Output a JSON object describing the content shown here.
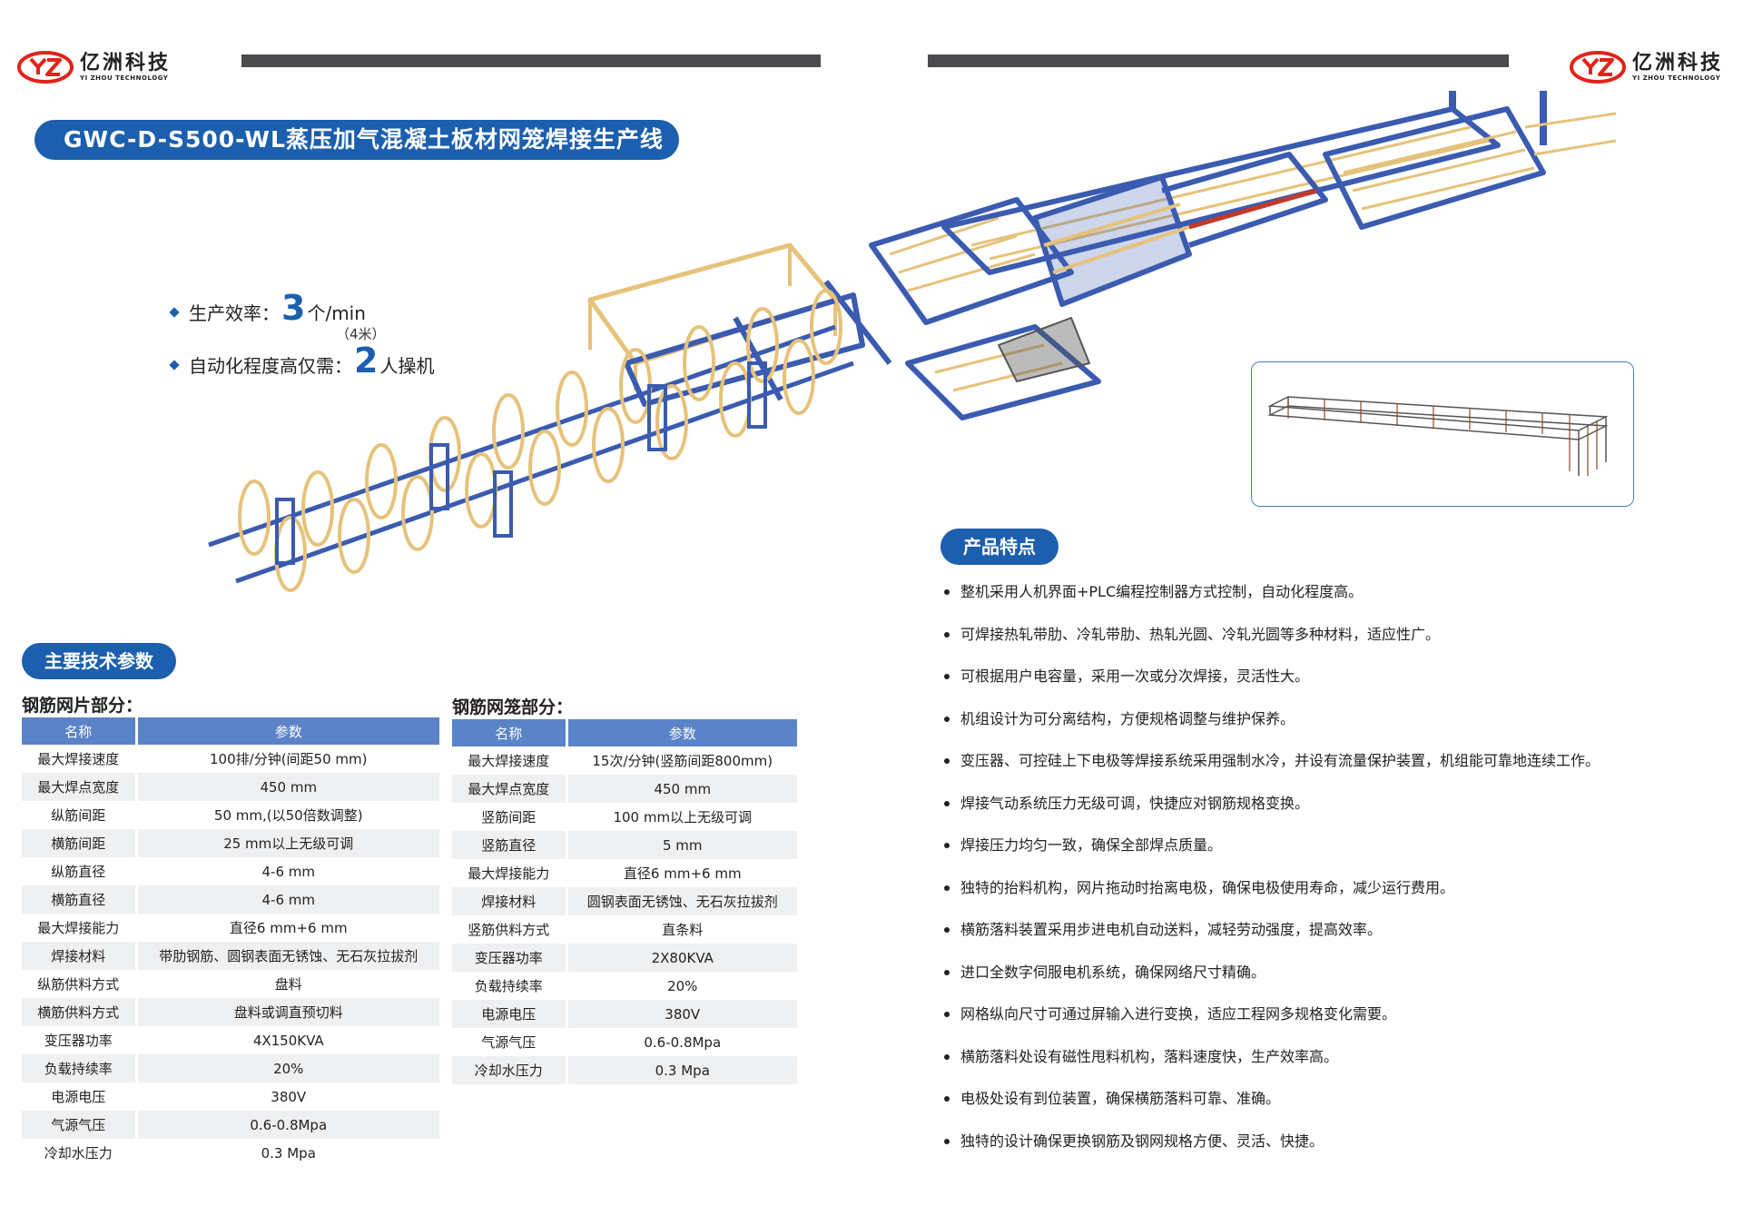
{
  "brand": {
    "name_cn": "亿洲科技",
    "name_en": "YI ZHOU TECHNOLOGY",
    "color": "#e2231a"
  },
  "title": "GWC-D-S500-WL蒸压加气混凝土板材网笼焊接生产线",
  "specs": {
    "efficiency_label": "生产效率：",
    "efficiency_value": "3",
    "efficiency_unit": "个/min",
    "efficiency_note": "（4米）",
    "automation_label": "自动化程度高仅需：",
    "automation_value": "2",
    "automation_unit": "人操机"
  },
  "tech_params": {
    "heading": "主要技术参数",
    "mesh": {
      "title": "钢筋网片部分：",
      "headers": [
        "名称",
        "参数"
      ],
      "rows": [
        [
          "最大焊接速度",
          "100排/分钟(间距50 mm)"
        ],
        [
          "最大焊点宽度",
          "450 mm"
        ],
        [
          "纵筋间距",
          "50 mm,(以50倍数调整)"
        ],
        [
          "横筋间距",
          "25 mm以上无级可调"
        ],
        [
          "纵筋直径",
          "4-6 mm"
        ],
        [
          "横筋直径",
          "4-6 mm"
        ],
        [
          "最大焊接能力",
          "直径6 mm+6 mm"
        ],
        [
          "焊接材料",
          "带肋钢筋、圆钢表面无锈蚀、无石灰拉拔剂"
        ],
        [
          "纵筋供料方式",
          "盘料"
        ],
        [
          "横筋供料方式",
          "盘料或调直预切料"
        ],
        [
          "变压器功率",
          "4X150KVA"
        ],
        [
          "负载持续率",
          "20%"
        ],
        [
          "电源电压",
          "380V"
        ],
        [
          "气源气压",
          "0.6-0.8Mpa"
        ],
        [
          "冷却水压力",
          "0.3 Mpa"
        ]
      ]
    },
    "cage": {
      "title": "钢筋网笼部分：",
      "headers": [
        "名称",
        "参数"
      ],
      "rows": [
        [
          "最大焊接速度",
          "15次/分钟(竖筋间距800mm)"
        ],
        [
          "最大焊点宽度",
          "450 mm"
        ],
        [
          "竖筋间距",
          "100 mm以上无级可调"
        ],
        [
          "竖筋直径",
          "5 mm"
        ],
        [
          "最大焊接能力",
          "直径6 mm+6 mm"
        ],
        [
          "焊接材料",
          "圆钢表面无锈蚀、无石灰拉拔剂"
        ],
        [
          "竖筋供料方式",
          "直条料"
        ],
        [
          "变压器功率",
          "2X80KVA"
        ],
        [
          "负载持续率",
          "20%"
        ],
        [
          "电源电压",
          "380V"
        ],
        [
          "气源气压",
          "0.6-0.8Mpa"
        ],
        [
          "冷却水压力",
          "0.3 Mpa"
        ]
      ]
    }
  },
  "features": {
    "heading": "产品特点",
    "items": [
      "整机采用人机界面+PLC编程控制器方式控制，自动化程度高。",
      "可焊接热轧带肋、冷轧带肋、热轧光圆、冷轧光圆等多种材料，适应性广。",
      "可根据用户电容量，采用一次或分次焊接，灵活性大。",
      "机组设计为可分离结构，方便规格调整与维护保养。",
      "变压器、可控硅上下电极等焊接系统采用强制水冷，并设有流量保护装置，机组能可靠地连续工作。",
      "焊接气动系统压力无级可调，快捷应对钢筋规格变换。",
      "焊接压力均匀一致，确保全部焊点质量。",
      "独特的抬料机构，网片拖动时抬离电极，确保电极使用寿命，减少运行费用。",
      "横筋落料装置采用步进电机自动送料，减轻劳动强度，提高效率。",
      "进口全数字伺服电机系统，确保网络尺寸精确。",
      "网格纵向尺寸可通过屏输入进行变换，适应工程网多规格变化需要。",
      "横筋落料处设有磁性甩料机构，落料速度快，生产效率高。",
      "电极处设有到位装置，确保横筋落料可靠、准确。",
      "独特的设计确保更换钢筋及钢网规格方便、灵活、快捷。"
    ]
  },
  "colors": {
    "accent": "#1b5fae",
    "table_header": "#5b83c8",
    "machine_frame": "#3a5bb0",
    "machine_rail": "#e6c27a"
  }
}
